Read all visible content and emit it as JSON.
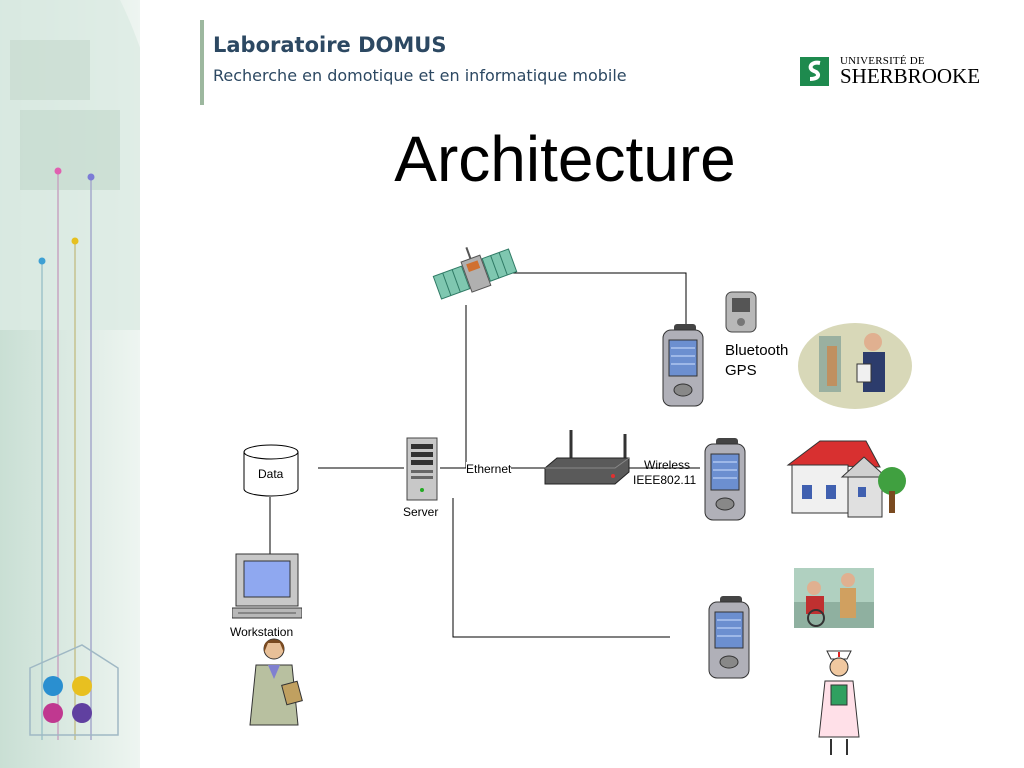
{
  "header": {
    "lab_name": "Laboratoire DOMUS",
    "lab_subtitle": "Recherche en domotique et en informatique mobile",
    "university_line1": "UNIVERSITÉ DE",
    "university_line2": "SHERBROOKE",
    "university_color": "#1e8a4e"
  },
  "title": "Architecture",
  "diagram": {
    "nodes": {
      "data": "Data",
      "server": "Server",
      "workstation": "Workstation"
    },
    "links": {
      "ethernet": "Ethernet",
      "wireless_line1": "Wireless",
      "wireless_line2": "IEEE802.11",
      "bluetooth_line1": "Bluetooth",
      "bluetooth_line2": "GPS"
    }
  }
}
